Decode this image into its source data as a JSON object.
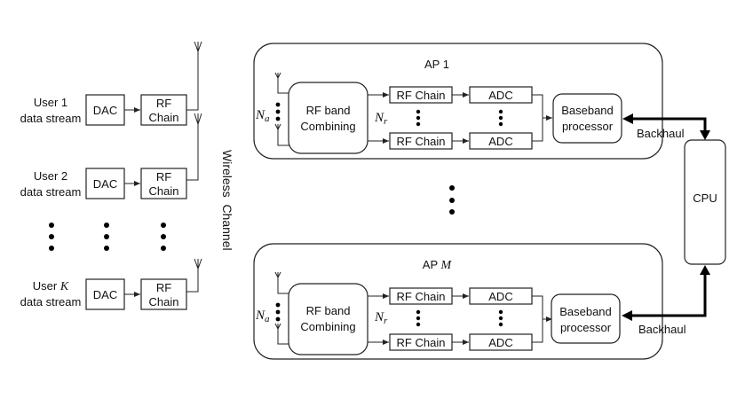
{
  "users": [
    {
      "line1": "User 1",
      "line2": "data stream",
      "dac": "DAC",
      "rf1": "RF",
      "rf2": "Chain"
    },
    {
      "line1": "User 2",
      "line2": "data stream",
      "dac": "DAC",
      "rf1": "RF",
      "rf2": "Chain"
    },
    {
      "line1": "User ",
      "line1_math": "K",
      "line2": "data stream",
      "dac": "DAC",
      "rf1": "RF",
      "rf2": "Chain"
    }
  ],
  "channel_label": "Wireless  Channel",
  "aps": [
    {
      "title": "AP 1",
      "title_math": "",
      "na_label": "N",
      "na_sub": "a",
      "nr_label": "N",
      "nr_sub": "r",
      "combining_line1": "RF band",
      "combining_line2": "Combining",
      "rf_chain": "RF Chain",
      "adc": "ADC",
      "bb_line1": "Baseband",
      "bb_line2": "processor",
      "backhaul": "Backhaul"
    },
    {
      "title": "AP ",
      "title_math": "M",
      "na_label": "N",
      "na_sub": "a",
      "nr_label": "N",
      "nr_sub": "r",
      "combining_line1": "RF band",
      "combining_line2": "Combining",
      "rf_chain": "RF Chain",
      "adc": "ADC",
      "bb_line1": "Baseband",
      "bb_line2": "processor",
      "backhaul": "Backhaul"
    }
  ],
  "cpu_label": "CPU"
}
